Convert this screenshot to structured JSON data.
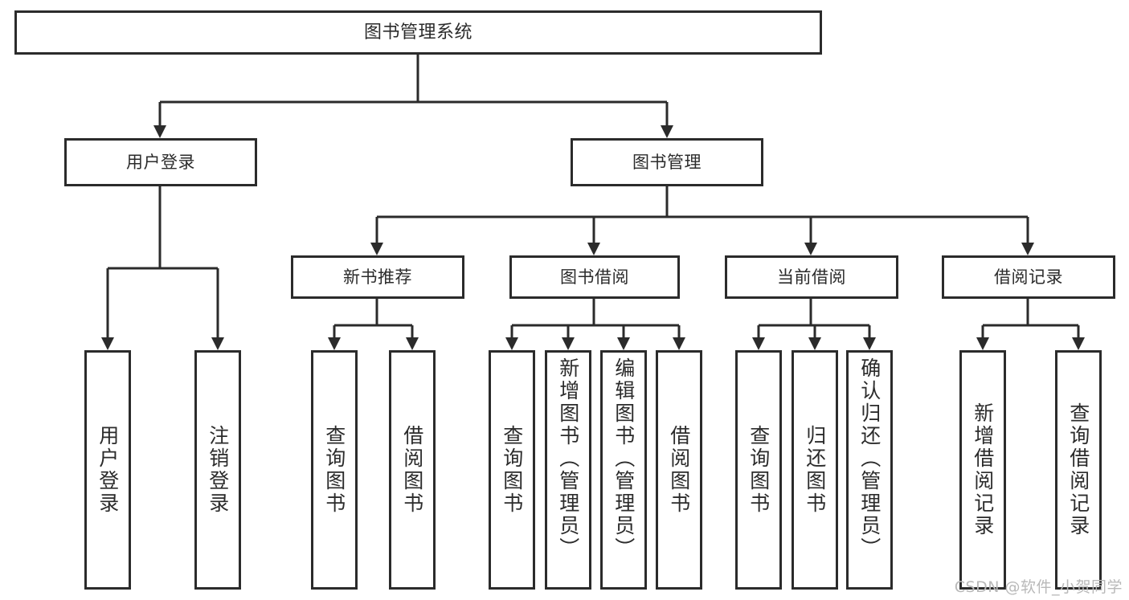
{
  "diagram": {
    "type": "tree",
    "title": "图书管理系统",
    "root": {
      "id": "root",
      "label": "图书管理系统"
    },
    "level2": [
      {
        "id": "user-login",
        "label": "用户登录"
      },
      {
        "id": "book-manage",
        "label": "图书管理"
      }
    ],
    "level3": [
      {
        "id": "new-book-rec",
        "label": "新书推荐"
      },
      {
        "id": "book-borrow",
        "label": "图书借阅"
      },
      {
        "id": "current-borrow",
        "label": "当前借阅"
      },
      {
        "id": "borrow-record",
        "label": "借阅记录"
      }
    ],
    "leaves": [
      {
        "id": "leaf-user-login",
        "label": "用户登录",
        "parent": "user-login"
      },
      {
        "id": "leaf-user-logout",
        "label": "注销登录",
        "parent": "user-login"
      },
      {
        "id": "leaf-query-book-1",
        "label": "查询图书",
        "parent": "new-book-rec"
      },
      {
        "id": "leaf-borrow-book-1",
        "label": "借阅图书",
        "parent": "new-book-rec"
      },
      {
        "id": "leaf-query-book-2",
        "label": "查询图书",
        "parent": "book-borrow"
      },
      {
        "id": "leaf-add-book",
        "label": "新增图书（管理员）",
        "parent": "book-borrow"
      },
      {
        "id": "leaf-edit-book",
        "label": "编辑图书（管理员）",
        "parent": "book-borrow"
      },
      {
        "id": "leaf-borrow-book-2",
        "label": "借阅图书",
        "parent": "book-borrow"
      },
      {
        "id": "leaf-query-book-3",
        "label": "查询图书",
        "parent": "current-borrow"
      },
      {
        "id": "leaf-return-book",
        "label": "归还图书",
        "parent": "current-borrow"
      },
      {
        "id": "leaf-confirm-return",
        "label": "确认归还（管理员）",
        "parent": "current-borrow"
      },
      {
        "id": "leaf-add-record",
        "label": "新增借阅记录",
        "parent": "borrow-record"
      },
      {
        "id": "leaf-query-record",
        "label": "查询借阅记录",
        "parent": "borrow-record"
      }
    ]
  },
  "watermark": {
    "text": "CSDN @软件_小贺同学"
  },
  "colors": {
    "stroke": "#2b2b2b",
    "background": "#ffffff",
    "watermark": "#b9b9b9"
  }
}
